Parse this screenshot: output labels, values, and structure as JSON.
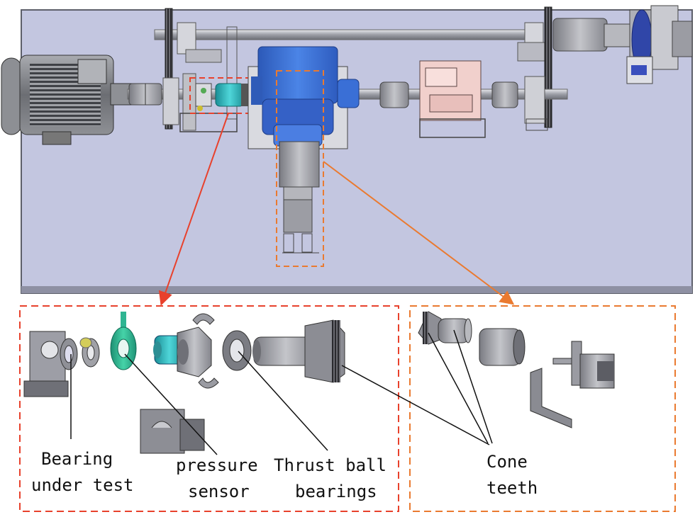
{
  "labels": {
    "bearing_line1": "Bearing",
    "bearing_line2": "under test",
    "pressure_line1": "pressure",
    "pressure_line2": "sensor",
    "thrust_line1": "Thrust ball",
    "thrust_line2": "bearings",
    "cone_line1": "Cone",
    "cone_line2": "teeth"
  },
  "colors": {
    "bench": "#c3c6e0",
    "frame_red": "#e8412c",
    "frame_orange": "#ea7a30",
    "motor_gray": "#7d7f84",
    "gearbox_blue": "#3a6fd6",
    "bearing_pink": "#f1d0cc",
    "sensor_green": "#2fb592",
    "teal": "#2bb3b8",
    "part_gray": "#9a9ba2"
  },
  "icons": {
    "motor": "electric-motor-icon",
    "gearbox": "bevel-gearbox-icon",
    "sprocket": "sprocket-icon",
    "coupling": "coupling-icon"
  }
}
